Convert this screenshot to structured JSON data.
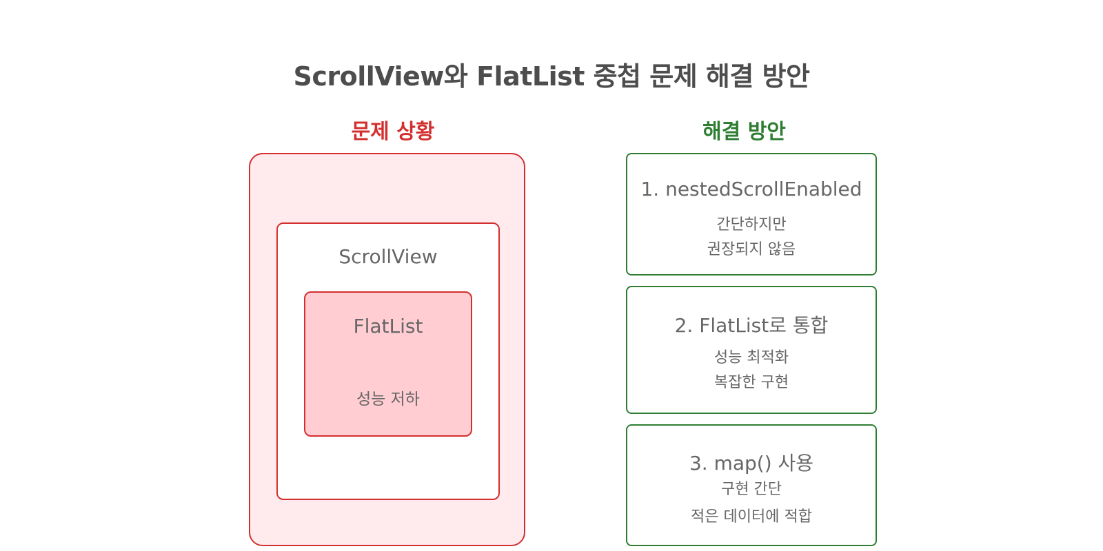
{
  "title": "ScrollView와 FlatList 중첩 문제 해결 방안",
  "colors": {
    "problem": "#d32f2f",
    "problem_fill_outer": "#ffebee",
    "problem_fill_inner": "#ffcdd2",
    "solution": "#2e7d32",
    "text": "#555555"
  },
  "problem": {
    "heading": "문제 상황",
    "scrollview_label": "ScrollView",
    "flatlist_label": "FlatList",
    "issue": "성능 저하"
  },
  "solution": {
    "heading": "해결 방안",
    "cards": [
      {
        "title": "1. nestedScrollEnabled",
        "lines": [
          "간단하지만",
          "권장되지 않음"
        ]
      },
      {
        "title": "2. FlatList로 통합",
        "lines": [
          "성능 최적화",
          "복잡한 구현"
        ]
      },
      {
        "title": "3. map() 사용",
        "lines": [
          "구현 간단",
          "적은 데이터에 적합"
        ]
      }
    ]
  }
}
